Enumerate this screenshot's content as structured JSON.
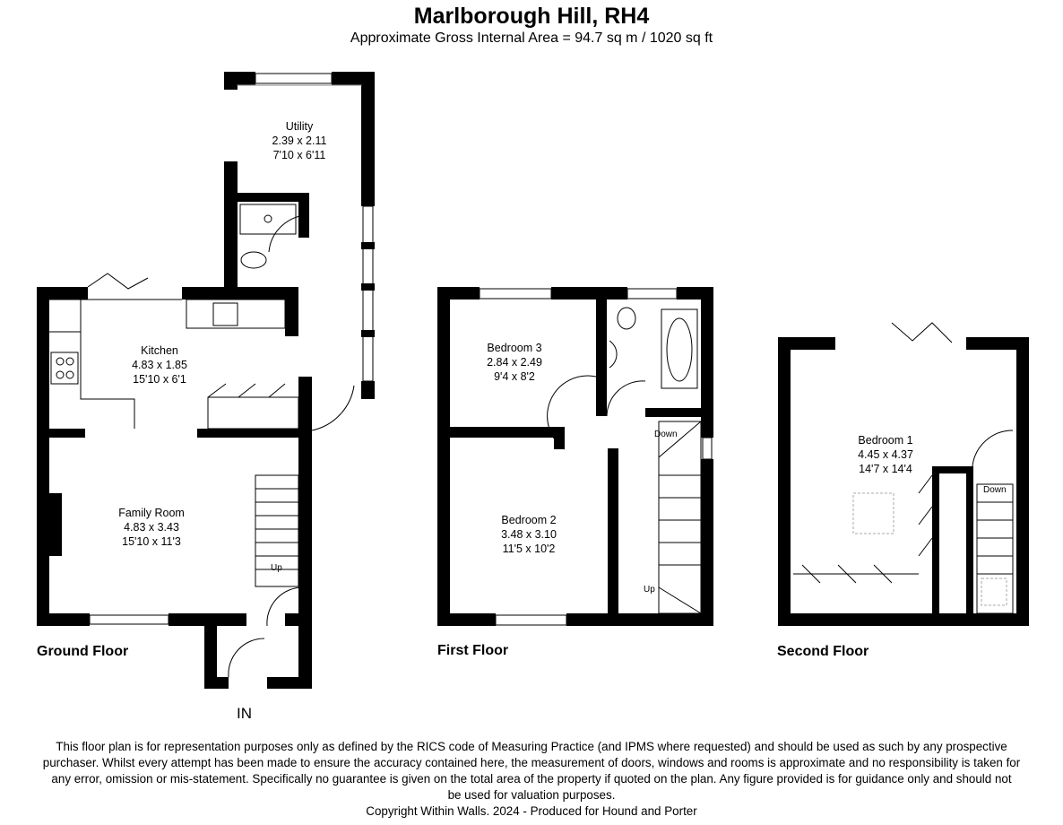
{
  "header": {
    "title": "Marlborough Hill, RH4",
    "subtitle": "Approximate Gross Internal Area = 94.7 sq m / 1020 sq ft"
  },
  "floors": [
    {
      "label": "Ground Floor",
      "rooms": [
        {
          "name": "Utility",
          "metric": "2.39 x 2.11",
          "imperial": "7'10 x 6'11"
        },
        {
          "name": "Kitchen",
          "metric": "4.83 x 1.85",
          "imperial": "15'10 x 6'1"
        },
        {
          "name": "Family Room",
          "metric": "4.83 x 3.43",
          "imperial": "15'10 x 11'3"
        }
      ],
      "stairs": "Up",
      "entrance": "IN"
    },
    {
      "label": "First Floor",
      "rooms": [
        {
          "name": "Bedroom 3",
          "metric": "2.84 x 2.49",
          "imperial": "9'4 x 8'2"
        },
        {
          "name": "Bedroom 2",
          "metric": "3.48 x 3.10",
          "imperial": "11'5 x 10'2"
        }
      ],
      "stairs_down": "Down",
      "stairs_up": "Up"
    },
    {
      "label": "Second Floor",
      "rooms": [
        {
          "name": "Bedroom 1",
          "metric": "4.45 x 4.37",
          "imperial": "14'7 x 14'4"
        }
      ],
      "stairs_down": "Down"
    }
  ],
  "disclaimer": [
    "This floor plan is for representation purposes only as defined by the RICS code of Measuring Practice (and IPMS where requested) and should be used as such by any prospective",
    "purchaser. Whilst every attempt has been made to ensure the accuracy contained here, the measurement of doors, windows and rooms is approximate and no responsibility is taken for",
    "any error, omission or mis-statement. Specifically no guarantee is given on the total area of the property if quoted on the plan. Any figure provided is for guidance only and should not",
    "be used for valuation purposes."
  ],
  "copyright": "Copyright Within Walls. 2024 - Produced for Hound and Porter"
}
